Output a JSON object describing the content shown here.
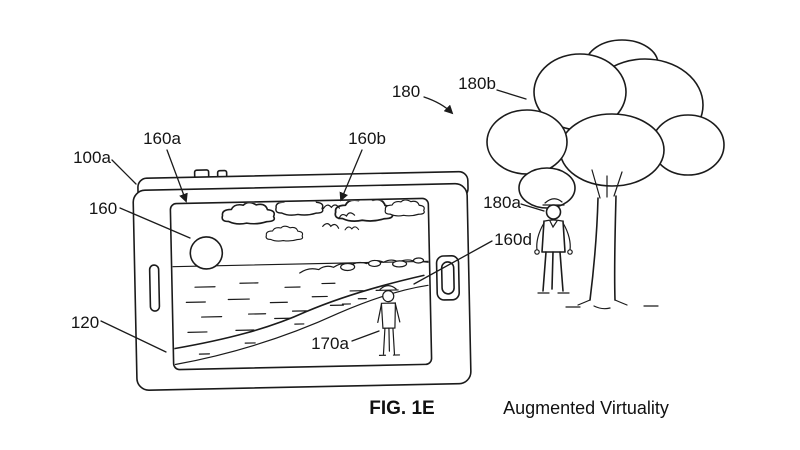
{
  "figure": {
    "caption": "FIG. 1E",
    "title": "Augmented Virtuality"
  },
  "labels": {
    "device": "100a",
    "display": "160",
    "display_sun_region": "160a",
    "display_birds": "160b",
    "display_shore": "160d",
    "bezel": "120",
    "virtual_person": "170a",
    "real_scene": "180",
    "real_person": "180a",
    "real_tree": "180b"
  },
  "colors": {
    "line_ink": "#1b1b1b",
    "background": "#ffffff"
  }
}
